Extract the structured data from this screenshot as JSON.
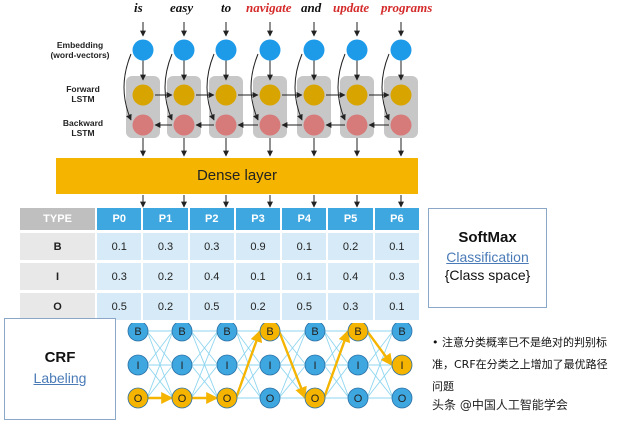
{
  "words": [
    {
      "text": "is",
      "color": "#111111"
    },
    {
      "text": "easy",
      "color": "#111111"
    },
    {
      "text": "to",
      "color": "#111111"
    },
    {
      "text": "navigate",
      "color": "#d42a2a"
    },
    {
      "text": "and",
      "color": "#111111"
    },
    {
      "text": "update",
      "color": "#d42a2a"
    },
    {
      "text": "programs",
      "color": "#d42a2a"
    }
  ],
  "labels": {
    "embedding_line1": "Embedding",
    "embedding_line2": "(word-vectors)",
    "forward_line1": "Forward",
    "forward_line2": "LSTM",
    "backward_line1": "Backward",
    "backward_line2": "LSTM"
  },
  "dense_layer": "Dense layer",
  "table": {
    "type_header": "TYPE",
    "columns": [
      "P0",
      "P1",
      "P2",
      "P3",
      "P4",
      "P5",
      "P6"
    ],
    "rows": [
      {
        "label": "B",
        "values": [
          "0.1",
          "0.3",
          "0.3",
          "0.9",
          "0.1",
          "0.2",
          "0.1"
        ]
      },
      {
        "label": "I",
        "values": [
          "0.3",
          "0.2",
          "0.4",
          "0.1",
          "0.1",
          "0.4",
          "0.3"
        ]
      },
      {
        "label": "O",
        "values": [
          "0.5",
          "0.2",
          "0.5",
          "0.2",
          "0.5",
          "0.3",
          "0.1"
        ]
      }
    ]
  },
  "softmax": {
    "title": "SoftMax",
    "link": "Classification",
    "sub": "{Class space}"
  },
  "crf": {
    "title": "CRF",
    "link": "Labeling",
    "node_labels": [
      "B",
      "I",
      "O"
    ],
    "best_path": [
      "O",
      "O",
      "O",
      "B",
      "O",
      "B",
      "I"
    ]
  },
  "note_text": "• 注意分类概率已不是绝对的判别标准，CRF在分类之上增加了最优路径问题",
  "watermark": "头条 @中国人工智能学会",
  "colors": {
    "embedding": "#1e9be8",
    "forward": "#d8a400",
    "backward": "#d77a7a",
    "dense": "#f5b400",
    "crf_node": "#3fa7e0",
    "crf_best": "#f5b400",
    "crf_edge": "#8fd6f0"
  }
}
